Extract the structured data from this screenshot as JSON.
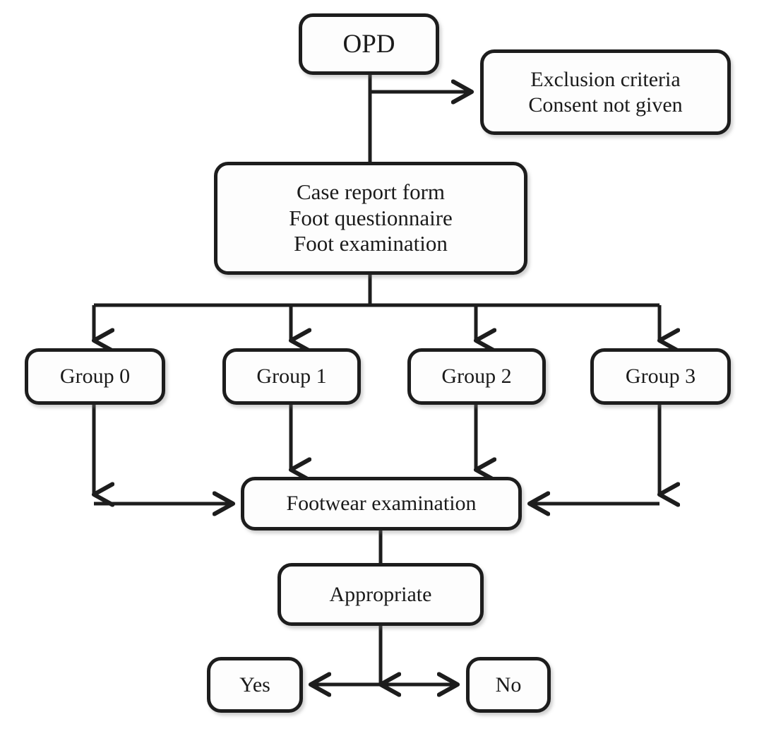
{
  "diagram": {
    "type": "flowchart",
    "title": "Study recruitment and footwear assessment flowchart",
    "style": {
      "background_color": "#ffffff",
      "node_fill": "#fdfdfd",
      "node_border_color": "#1d1d1d",
      "edge_color": "#1d1d1d",
      "text_color": "#1a1a1a"
    },
    "nodes": [
      {
        "id": "opd",
        "label": "OPD"
      },
      {
        "id": "exclusion",
        "label": "Exclusion criteria\nConsent not given"
      },
      {
        "id": "intake",
        "label": "Case report form\nFoot questionnaire\nFoot examination"
      },
      {
        "id": "group0",
        "label": "Group 0"
      },
      {
        "id": "group1",
        "label": "Group 1"
      },
      {
        "id": "group2",
        "label": "Group 2"
      },
      {
        "id": "group3",
        "label": "Group 3"
      },
      {
        "id": "footwear",
        "label": "Footwear examination"
      },
      {
        "id": "appropriate",
        "label": "Appropriate"
      },
      {
        "id": "yes",
        "label": "Yes"
      },
      {
        "id": "no",
        "label": "No"
      }
    ],
    "edges": [
      {
        "from": "opd",
        "to": "exclusion",
        "label": ""
      },
      {
        "from": "opd",
        "to": "intake",
        "label": ""
      },
      {
        "from": "intake",
        "to": "group0",
        "label": ""
      },
      {
        "from": "intake",
        "to": "group1",
        "label": ""
      },
      {
        "from": "intake",
        "to": "group2",
        "label": ""
      },
      {
        "from": "intake",
        "to": "group3",
        "label": ""
      },
      {
        "from": "group0",
        "to": "footwear",
        "label": ""
      },
      {
        "from": "group1",
        "to": "footwear",
        "label": ""
      },
      {
        "from": "group2",
        "to": "footwear",
        "label": ""
      },
      {
        "from": "group3",
        "to": "footwear",
        "label": ""
      },
      {
        "from": "footwear",
        "to": "appropriate",
        "label": ""
      },
      {
        "from": "appropriate",
        "to": "yes",
        "label": ""
      },
      {
        "from": "appropriate",
        "to": "no",
        "label": ""
      }
    ]
  }
}
